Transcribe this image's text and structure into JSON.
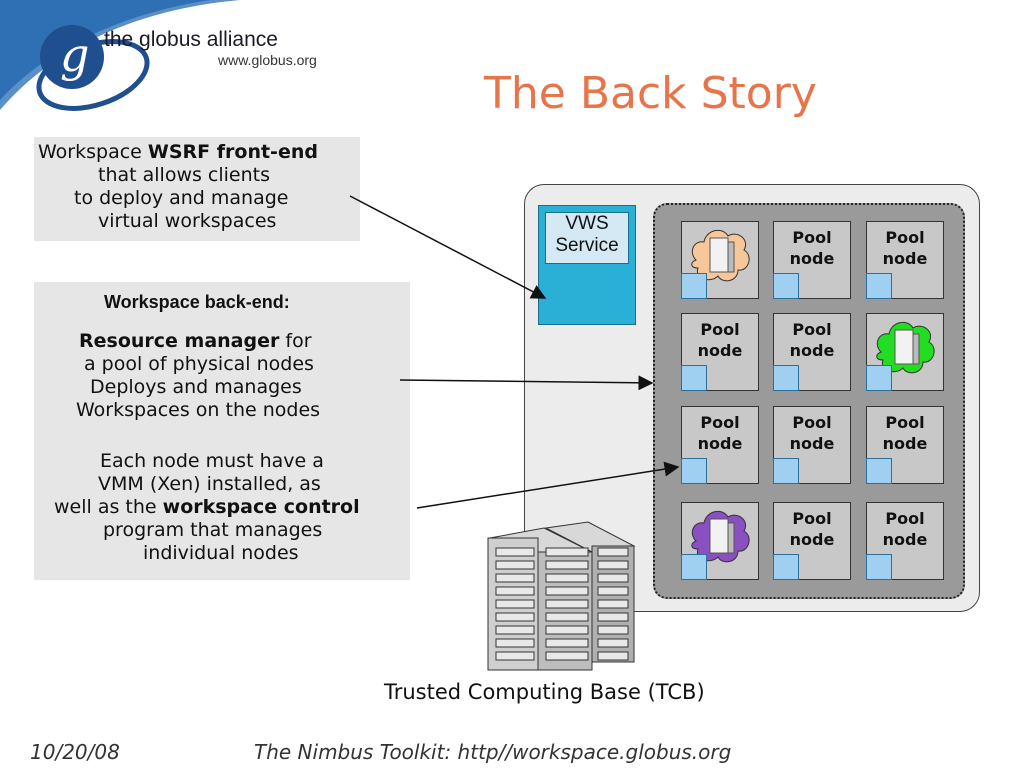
{
  "logo": {
    "letter": "g",
    "title": "the globus alliance",
    "url": "www.globus.org"
  },
  "slide": {
    "title": "The Back Story"
  },
  "frontend": {
    "line1_plain": "Workspace ",
    "line1_bold": "WSRF front-end",
    "line2": "that allows clients",
    "line3": "to deploy and manage",
    "line4": "virtual workspaces"
  },
  "backend": {
    "heading": "Workspace back-end:",
    "rm_bold": "Resource manager",
    "rm_plain": " for",
    "rm_line2": "a pool of physical nodes",
    "rm_line3": "Deploys and manages",
    "rm_line4": "Workspaces on the nodes",
    "vmm_line1": "Each node must have a",
    "vmm_line2": "VMM (Xen) installed, as",
    "vmm_line3_plain": "well as the ",
    "vmm_line3_bold": "workspace control",
    "vmm_line4": "program that manages",
    "vmm_line5": "individual nodes"
  },
  "vws": {
    "line1": "VWS",
    "line2": "Service"
  },
  "pool": {
    "nodes": [
      {
        "row": 0,
        "col": 0,
        "line1": "",
        "line2": "",
        "workspace_color": "#f7c79a"
      },
      {
        "row": 0,
        "col": 1,
        "line1": "Pool",
        "line2": "node"
      },
      {
        "row": 0,
        "col": 2,
        "line1": "Pool",
        "line2": "node"
      },
      {
        "row": 1,
        "col": 0,
        "line1": "Pool",
        "line2": "node"
      },
      {
        "row": 1,
        "col": 1,
        "line1": "Pool",
        "line2": "node"
      },
      {
        "row": 1,
        "col": 2,
        "line1": "",
        "line2": "",
        "workspace_color": "#22dd22"
      },
      {
        "row": 2,
        "col": 0,
        "line1": "Pool",
        "line2": "node"
      },
      {
        "row": 2,
        "col": 1,
        "line1": "Pool",
        "line2": "node"
      },
      {
        "row": 2,
        "col": 2,
        "line1": "Pool",
        "line2": "node"
      },
      {
        "row": 3,
        "col": 0,
        "line1": "",
        "line2": "",
        "workspace_color": "#8a4fc0"
      },
      {
        "row": 3,
        "col": 1,
        "line1": "Pool",
        "line2": "node"
      },
      {
        "row": 3,
        "col": 2,
        "line1": "Pool",
        "line2": "node"
      }
    ]
  },
  "tcb": {
    "label": "Trusted Computing Base (TCB)"
  },
  "footer": {
    "date": "10/20/08",
    "text": "The Nimbus Toolkit: http//workspace.globus.org"
  },
  "colors": {
    "title": "#e8744a",
    "vws_fill": "#2ab0d6",
    "node_square": "#9fd0f2"
  }
}
